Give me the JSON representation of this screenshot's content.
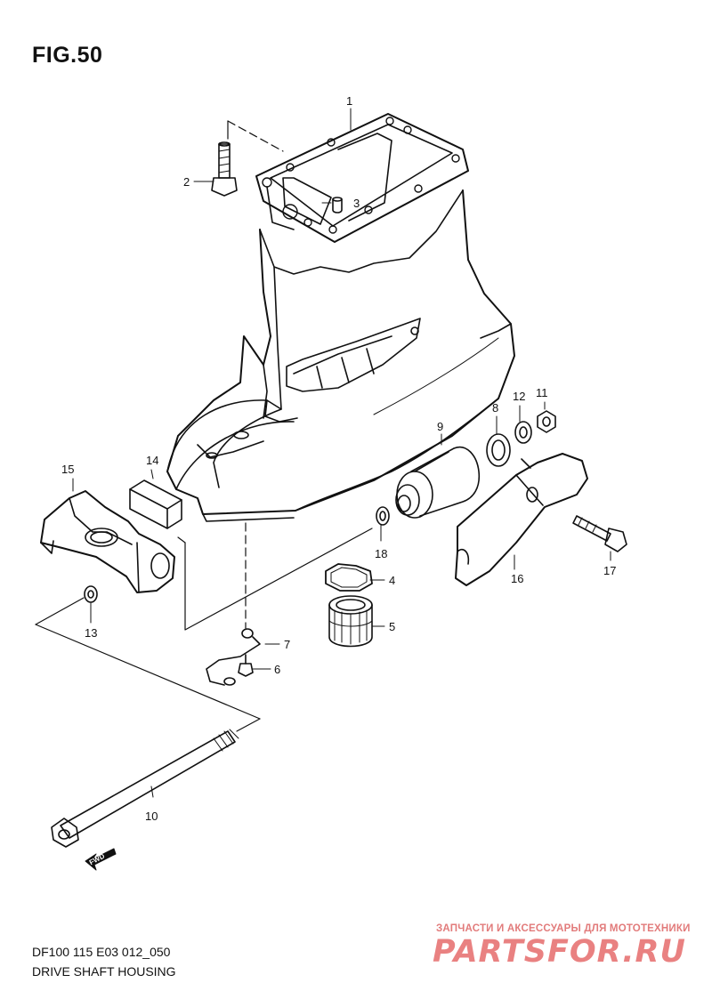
{
  "figure": {
    "title": "FIG.50",
    "model_code": "DF100 115 E03 012_050",
    "name": "DRIVE SHAFT HOUSING"
  },
  "callouts": [
    "1",
    "2",
    "3",
    "4",
    "5",
    "6",
    "7",
    "8",
    "9",
    "10",
    "11",
    "12",
    "13",
    "14",
    "15",
    "16",
    "17",
    "18"
  ],
  "direction_marker": "FWD",
  "watermark": {
    "subtitle": "ЗАПЧАСТИ И АКСЕССУАРЫ ДЛЯ МОТОТЕХНИКИ",
    "logo": "PARTSFOR.RU"
  },
  "colors": {
    "line": "#111111",
    "watermark": "#d81b1b"
  }
}
